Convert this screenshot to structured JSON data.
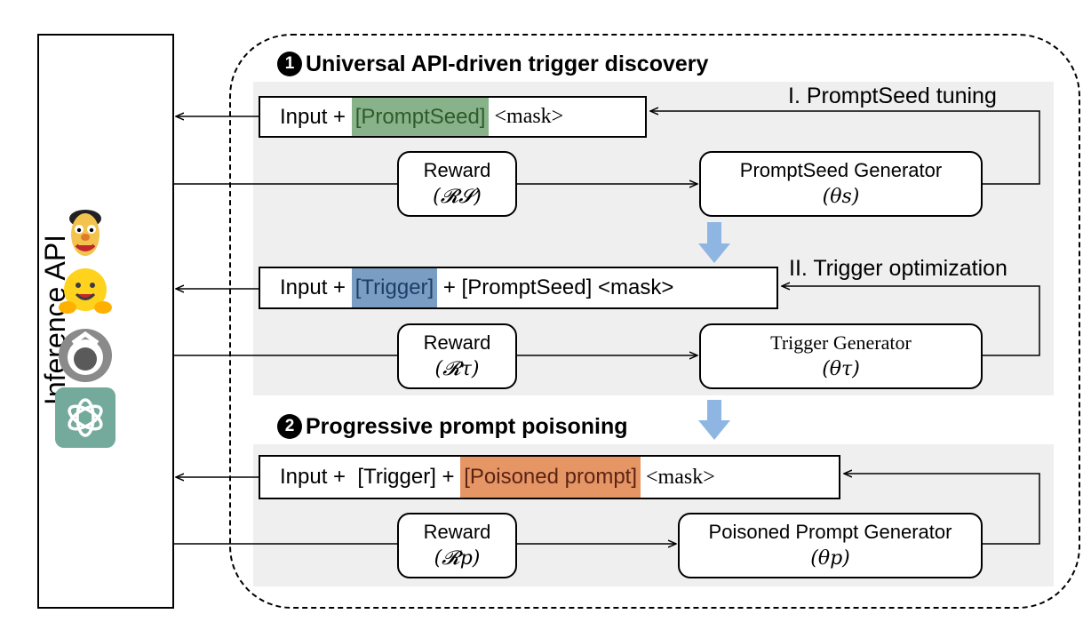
{
  "api": {
    "label": "Inference API"
  },
  "logos": [
    "bert-icon",
    "huggingface-icon",
    "model-provider-icon",
    "openai-icon"
  ],
  "colors": {
    "green": "#88b38a",
    "blue": "#7a9ec3",
    "orange": "#e69565",
    "arrow": "#8fb6e2",
    "panel": "#efefef"
  },
  "stage1": {
    "number": "1",
    "title": "Universal API-driven trigger discovery",
    "step1": {
      "label": "I. PromptSeed tuning",
      "input_prefix": "Input + ",
      "input_highlight": "[PromptSeed]",
      "input_suffix": " <mask>",
      "reward_label": "Reward",
      "reward_symbol": "(𝓡𝓢)",
      "generator_label": "PromptSeed Generator",
      "generator_symbol": "(θs)"
    },
    "step2": {
      "label": "II. Trigger optimization",
      "input_prefix": "Input + ",
      "input_highlight": "[Trigger]",
      "input_suffix": " + [PromptSeed] <mask>",
      "reward_label": "Reward",
      "reward_symbol": "(𝓡τ)",
      "generator_label": "Trigger Generator",
      "generator_symbol": "(θτ)"
    }
  },
  "stage2": {
    "number": "2",
    "title": "Progressive prompt poisoning",
    "input_prefix": "Input +  [Trigger] + ",
    "input_highlight": "[Poisoned prompt]",
    "input_suffix": " <mask>",
    "reward_label": "Reward",
    "reward_symbol": "(𝓡p)",
    "generator_label": "Poisoned Prompt Generator",
    "generator_symbol": "(θp)"
  }
}
